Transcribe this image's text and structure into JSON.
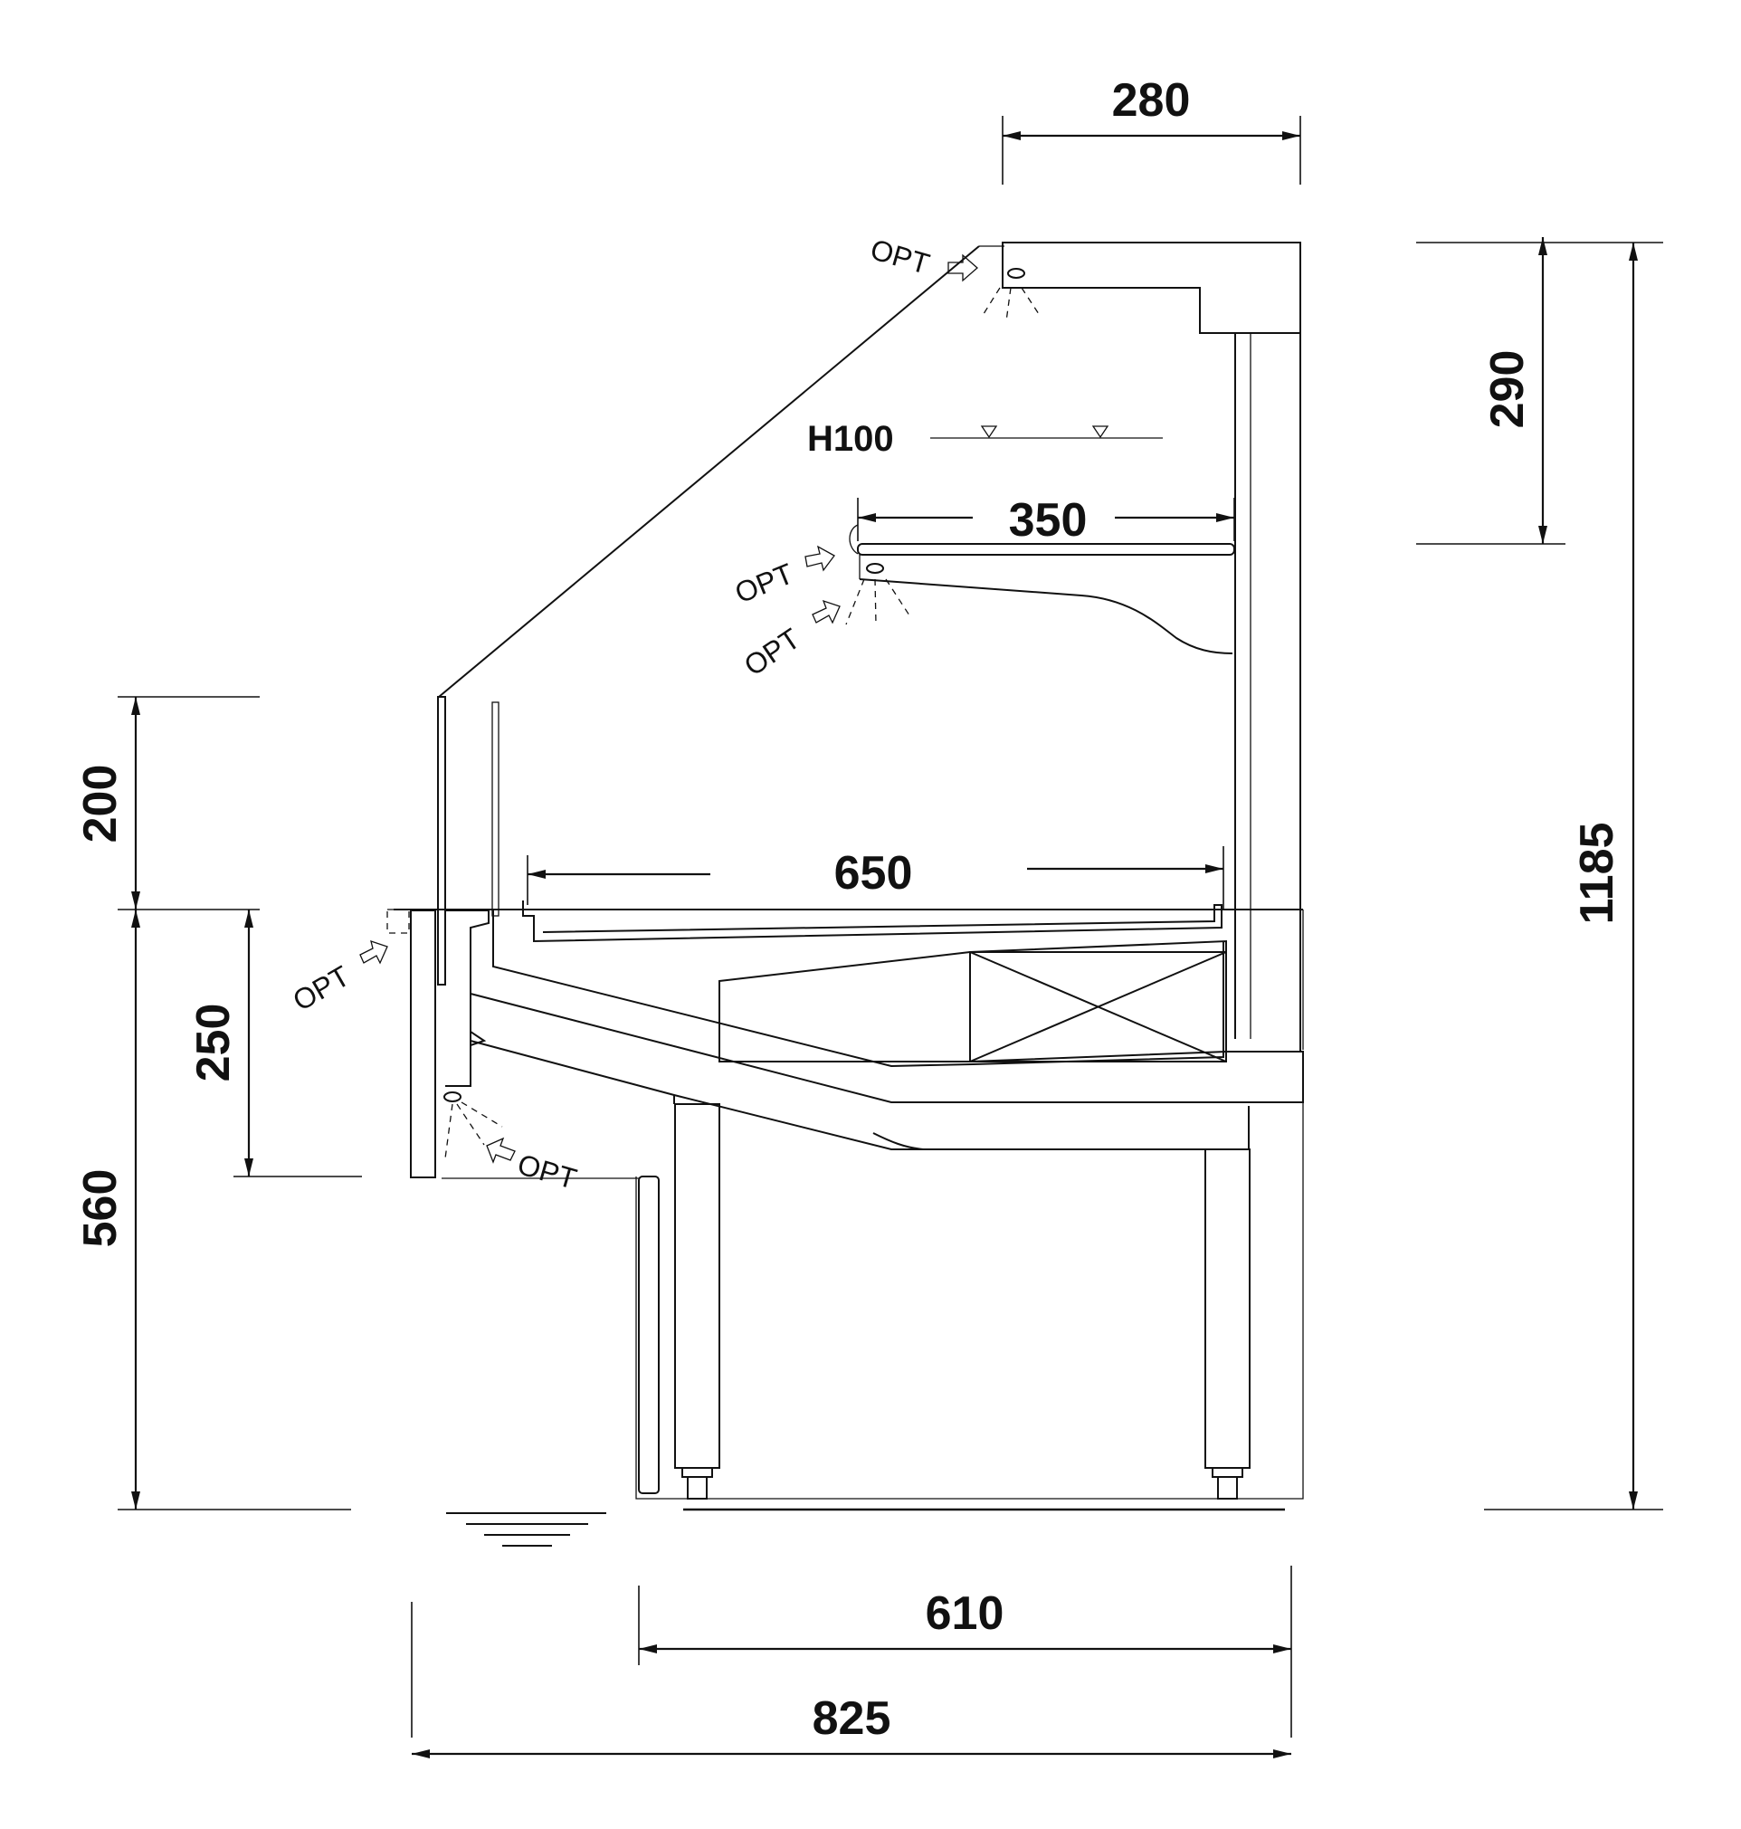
{
  "dimensions": {
    "top_width": "280",
    "canopy_height": "290",
    "shelf_depth": "350",
    "glass_height": "200",
    "display_depth": "650",
    "front_height": "250",
    "counter_height": "560",
    "total_height": "1185",
    "base_depth": "610",
    "total_depth": "825"
  },
  "labels": {
    "shelf_level": "H100",
    "option": "OPT"
  }
}
